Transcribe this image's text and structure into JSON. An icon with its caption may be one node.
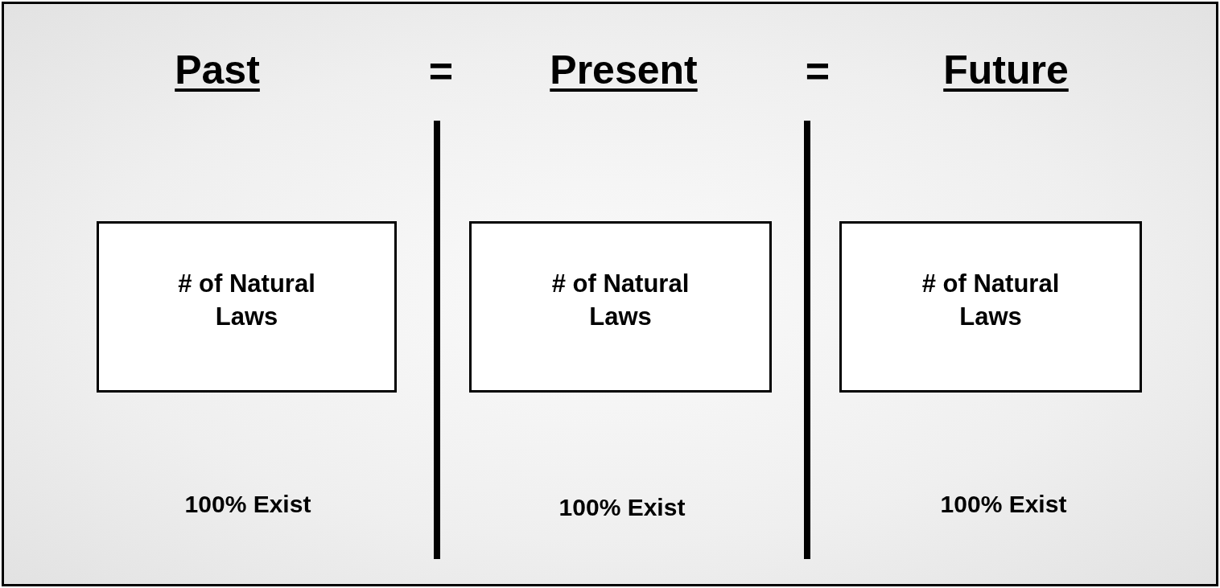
{
  "diagram": {
    "nodes": [
      {
        "text": [
          "# of Natural Laws"
        ]
      },
      {
        "text": [
          "# of Natural Laws"
        ]
      },
      {
        "text": [
          "# of Natural Laws"
        ]
      }
    ],
    "labels": [
      "Past",
      "=",
      "Present",
      "=",
      "Future",
      "100% Exist",
      "100% Exist",
      "100% Exist"
    ]
  }
}
